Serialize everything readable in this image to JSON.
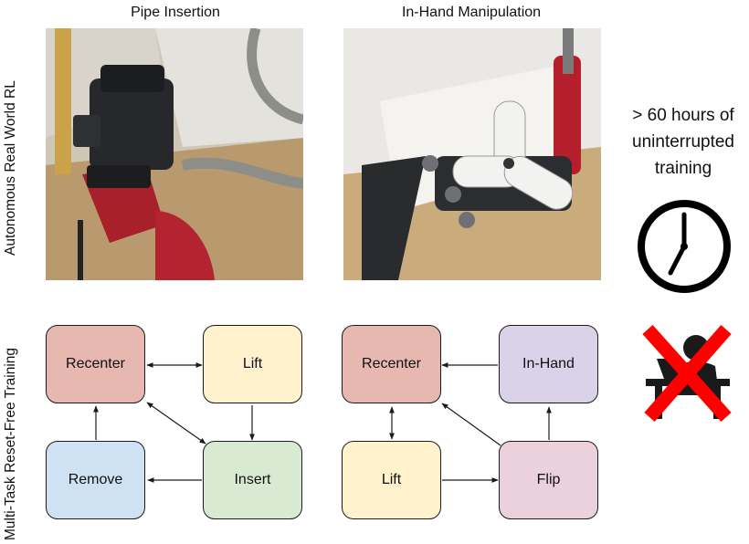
{
  "columns": {
    "left_title": "Pipe Insertion",
    "right_title": "In-Hand Manipulation"
  },
  "rows": {
    "top_label": "Autonomous Real World RL",
    "bottom_label": "Multi-Task Reset-Free Training"
  },
  "side": {
    "training_note": "> 60 hours of uninterrupted training"
  },
  "pipe_graph": {
    "recenter": "Recenter",
    "lift": "Lift",
    "remove": "Remove",
    "insert": "Insert"
  },
  "hand_graph": {
    "recenter": "Recenter",
    "in_hand": "In-Hand",
    "lift": "Lift",
    "flip": "Flip"
  },
  "icons": [
    "clock-icon",
    "no-human-reset-icon"
  ],
  "colors": {
    "recenter": "#e6b8af",
    "lift": "#fff2cc",
    "remove": "#cfe2f3",
    "insert": "#d9ead3",
    "in_hand": "#d9d2e9",
    "flip": "#ead1dc",
    "cross": "#ff0000"
  }
}
